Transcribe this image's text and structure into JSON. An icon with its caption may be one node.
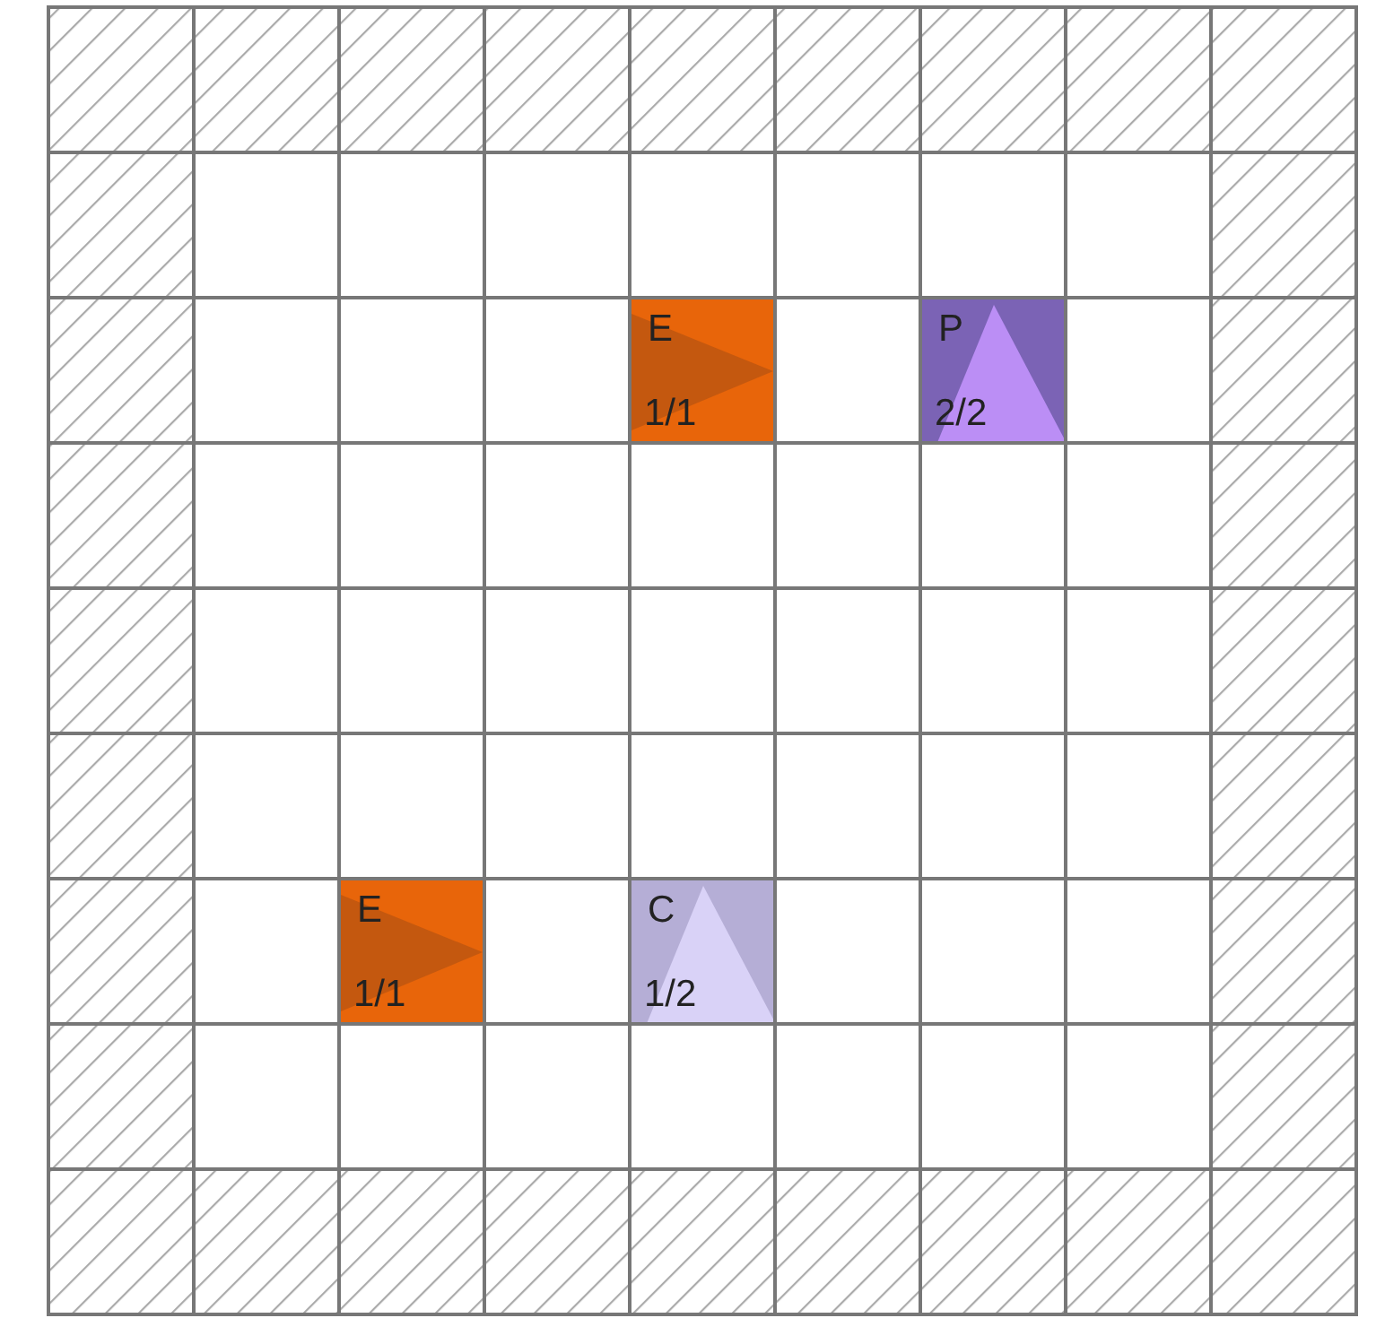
{
  "diagram": {
    "nodes": [
      {
        "text": [
          "E",
          "1/1"
        ]
      },
      {
        "text": [
          "P",
          "2/2"
        ]
      },
      {
        "text": [
          "E",
          "1/1"
        ]
      },
      {
        "text": [
          "C",
          "1/2"
        ]
      }
    ]
  }
}
